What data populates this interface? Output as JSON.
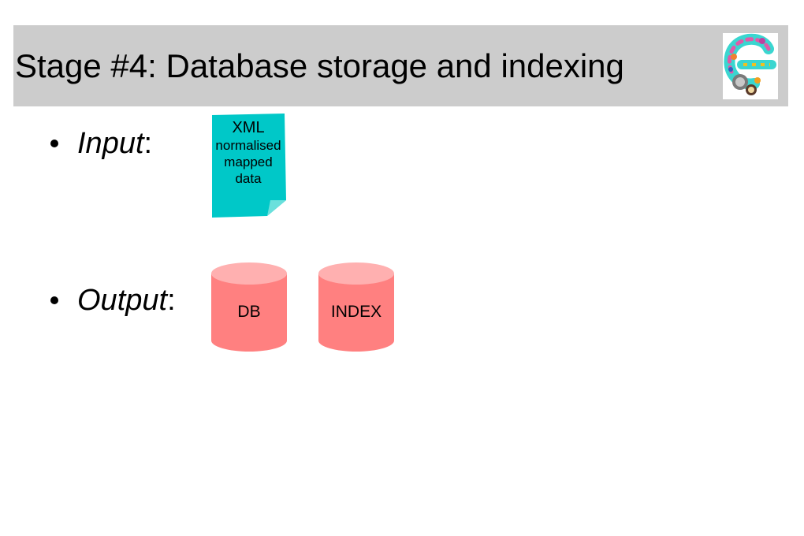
{
  "slide": {
    "title": "Stage #4: Database storage and indexing",
    "bullets": {
      "input_label": "Input",
      "output_label": "Output",
      "separator": ":"
    }
  },
  "input_document": {
    "line1": "XML",
    "line2": "normalised",
    "line3": "mapped",
    "line4": "data",
    "color": "#00c8c8"
  },
  "output_stores": {
    "db_label": "DB",
    "index_label": "INDEX",
    "body_color": "#ff8080",
    "top_color": "#ffb0b0"
  },
  "colors": {
    "title_background": "#cccccc"
  }
}
